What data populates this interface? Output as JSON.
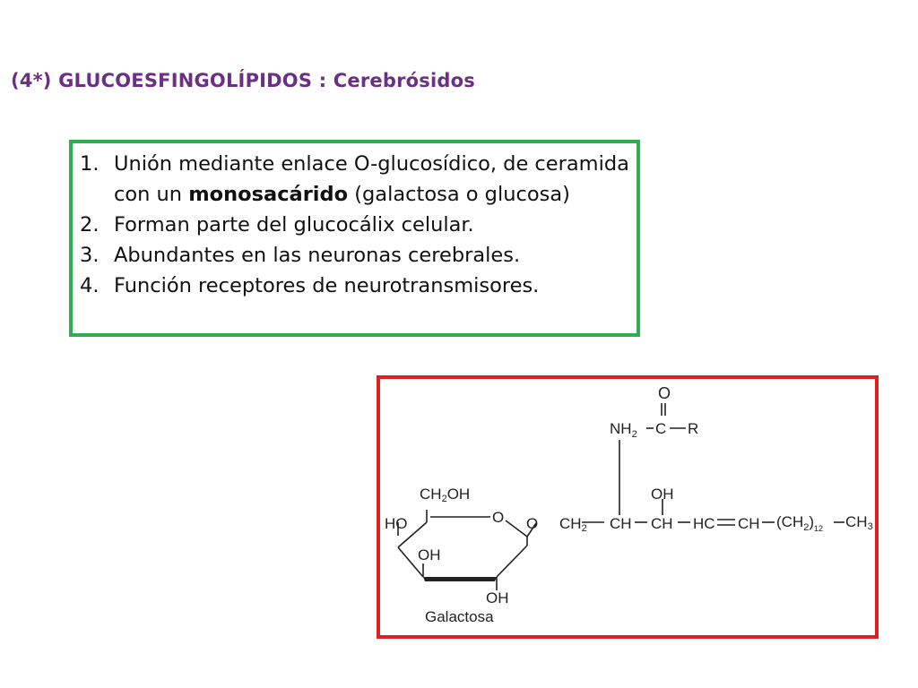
{
  "slide": {
    "title": "(4*) GLUCOESFINGOLÍPIDOS : Cerebrósidos"
  },
  "list": {
    "items": [
      {
        "number": "1.",
        "text_before": "Unión mediante enlace O-glucosídico, de ceramida con un ",
        "bold": "monosacárido",
        "text_after": " (galactosa o glucosa)"
      },
      {
        "number": "2.",
        "text": "Forman  parte del glucocálix celular."
      },
      {
        "number": "3.",
        "text": "Abundantes  en las neuronas cerebrales."
      },
      {
        "number": "4.",
        "text": "Función  receptores de neurotransmisores."
      }
    ]
  },
  "diagram": {
    "labels": {
      "carbonyl_o": "O",
      "nh2": "NH",
      "nh2_sub": "2",
      "carbonyl_c": "C",
      "r_group": "R",
      "ch2oh": "CH",
      "ch2oh_sub": "2",
      "ch2oh_tail": "OH",
      "ring_o": "O",
      "ho": "HO",
      "glyco_o": "O",
      "ch2_link": "CH",
      "ch2_link_sub": "2",
      "ch1": "CH",
      "oh_top": "OH",
      "ch2": "CH",
      "hc": "HC",
      "ch3": "CH",
      "ch2n_open": "(CH",
      "ch2n_sub": "2",
      "ch2n_close": ")",
      "ch2n_count": "12",
      "methyl": "CH",
      "methyl_sub": "3",
      "oh_ring_mid": "OH",
      "oh_ring_bottom": "OH",
      "sugar_name": "Galactosa"
    }
  },
  "colors": {
    "title": "#6b2f83",
    "green_border": "#2fae4f",
    "red_border": "#e0201f"
  }
}
